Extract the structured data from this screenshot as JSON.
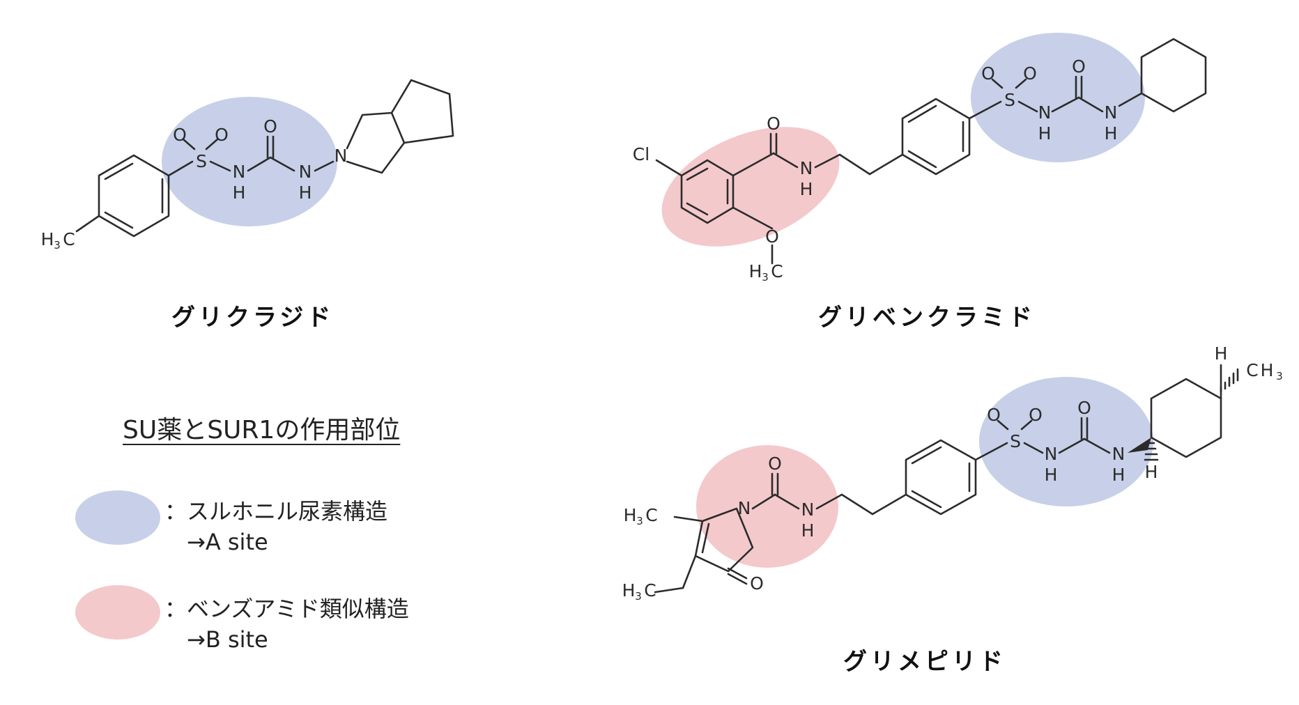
{
  "compounds": {
    "gliclazide": {
      "name": "グリクラジド"
    },
    "glibenclamide": {
      "name": "グリベンクラミド"
    },
    "glimepiride": {
      "name": "グリメピリド"
    }
  },
  "atoms": {
    "S": "S",
    "O": "O",
    "N": "N",
    "H": "H",
    "Cl": "Cl",
    "C": "C",
    "sub3": "3"
  },
  "legend": {
    "title": "SU薬とSUR1の作用部位",
    "items": [
      {
        "line1": "：スルホニル尿素構造",
        "line2": "→A site",
        "color": "#c7d0e8"
      },
      {
        "line1": "：ベンズアミド類似構造",
        "line2": "→B site",
        "color": "#f4c9cc"
      }
    ]
  },
  "colors": {
    "a_site": "#c7d0e8",
    "b_site": "#f4c9cc",
    "bond": "#2b2b2b"
  }
}
